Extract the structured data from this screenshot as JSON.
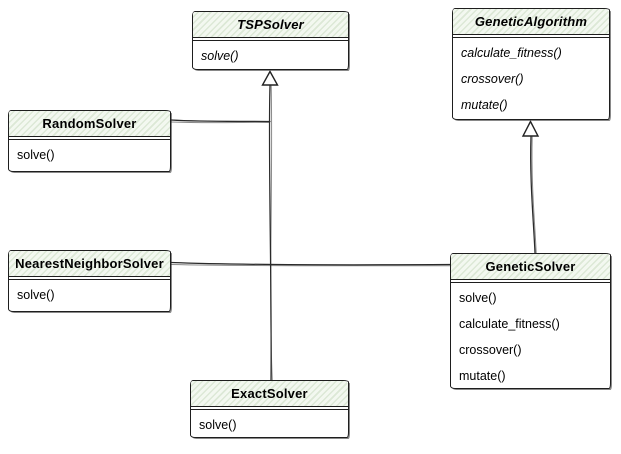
{
  "diagram": {
    "type": "uml-class-diagram",
    "style": "hand-drawn",
    "colors": {
      "background": "#ffffff",
      "box_border": "#1e1e1e",
      "header_fill": "#f3f8f0",
      "header_hatch": "#dce8d6",
      "body_fill": "#ffffff",
      "connector": "#2a2a2a",
      "text": "#000000"
    },
    "classes": [
      {
        "name": "TSPSolver",
        "abstract": true,
        "methods": [
          "solve()"
        ]
      },
      {
        "name": "GeneticAlgorithm",
        "abstract": true,
        "methods": [
          "calculate_fitness()",
          "crossover()",
          "mutate()"
        ]
      },
      {
        "name": "RandomSolver",
        "abstract": false,
        "methods": [
          "solve()"
        ]
      },
      {
        "name": "NearestNeighborSolver",
        "abstract": false,
        "methods": [
          "solve()"
        ]
      },
      {
        "name": "GeneticSolver",
        "abstract": false,
        "methods": [
          "solve()",
          "calculate_fitness()",
          "crossover()",
          "mutate()"
        ]
      },
      {
        "name": "ExactSolver",
        "abstract": false,
        "methods": [
          "solve()"
        ]
      }
    ],
    "relationships": [
      {
        "from": "RandomSolver",
        "to": "TSPSolver",
        "type": "inheritance"
      },
      {
        "from": "NearestNeighborSolver",
        "to": "TSPSolver",
        "type": "inheritance"
      },
      {
        "from": "ExactSolver",
        "to": "TSPSolver",
        "type": "inheritance"
      },
      {
        "from": "GeneticSolver",
        "to": "TSPSolver",
        "type": "inheritance"
      },
      {
        "from": "GeneticSolver",
        "to": "GeneticAlgorithm",
        "type": "inheritance"
      }
    ]
  }
}
